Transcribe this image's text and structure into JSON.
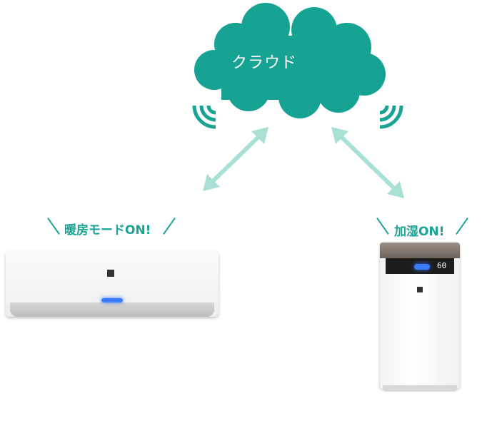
{
  "cloud": {
    "label": "クラウド",
    "color": "#17a394"
  },
  "arrow_color": "#a9e0d5",
  "signal_color": "#1aa394",
  "air_conditioner": {
    "caption": "暖房モードON!"
  },
  "humidifier": {
    "caption": "加湿ON!",
    "display_value": "60"
  }
}
